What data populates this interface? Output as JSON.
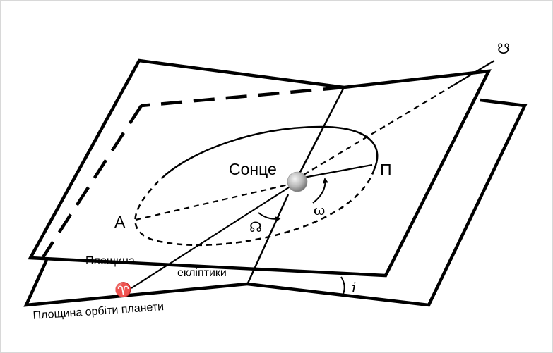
{
  "labels": {
    "sun": "Сонце",
    "perihelion": "П",
    "aphelion": "А",
    "ecliptic_plane_word1": "Площина",
    "ecliptic_plane_word2": "екліптики",
    "orbit_plane": "Площина орбіти планети",
    "vernal_equinox": "♈",
    "ascending_node_longitude": "☊",
    "argument_of_perihelion": "ω",
    "inclination": "i",
    "descending_node": "☋"
  },
  "colors": {
    "line": "#000000",
    "background": "#ffffff",
    "sun_light": "#f2f2f2",
    "sun_dark": "#8a8a8a"
  }
}
